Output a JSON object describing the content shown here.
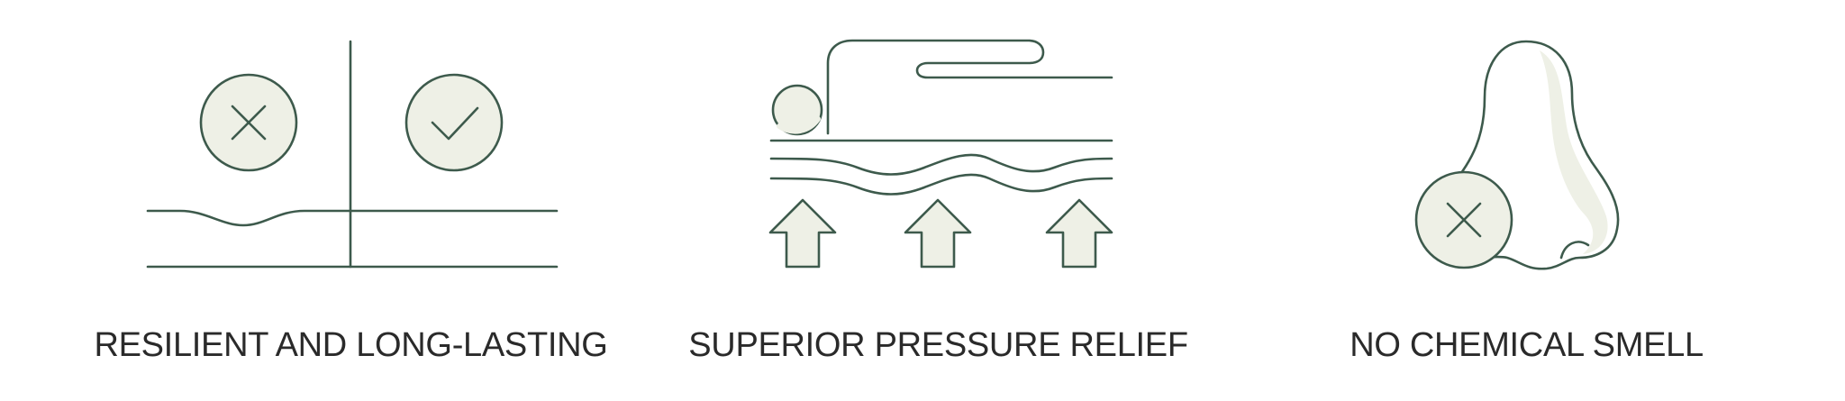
{
  "colors": {
    "stroke": "#3d5a4c",
    "fill": "#eef0e6",
    "text": "#2a2a2a"
  },
  "features": [
    {
      "caption": "RESILIENT AND LONG-LASTING",
      "icon": "resilience-icon"
    },
    {
      "caption": "SUPERIOR PRESSURE RELIEF",
      "icon": "pressure-relief-icon"
    },
    {
      "caption": "NO CHEMICAL SMELL",
      "icon": "no-smell-icon"
    }
  ]
}
